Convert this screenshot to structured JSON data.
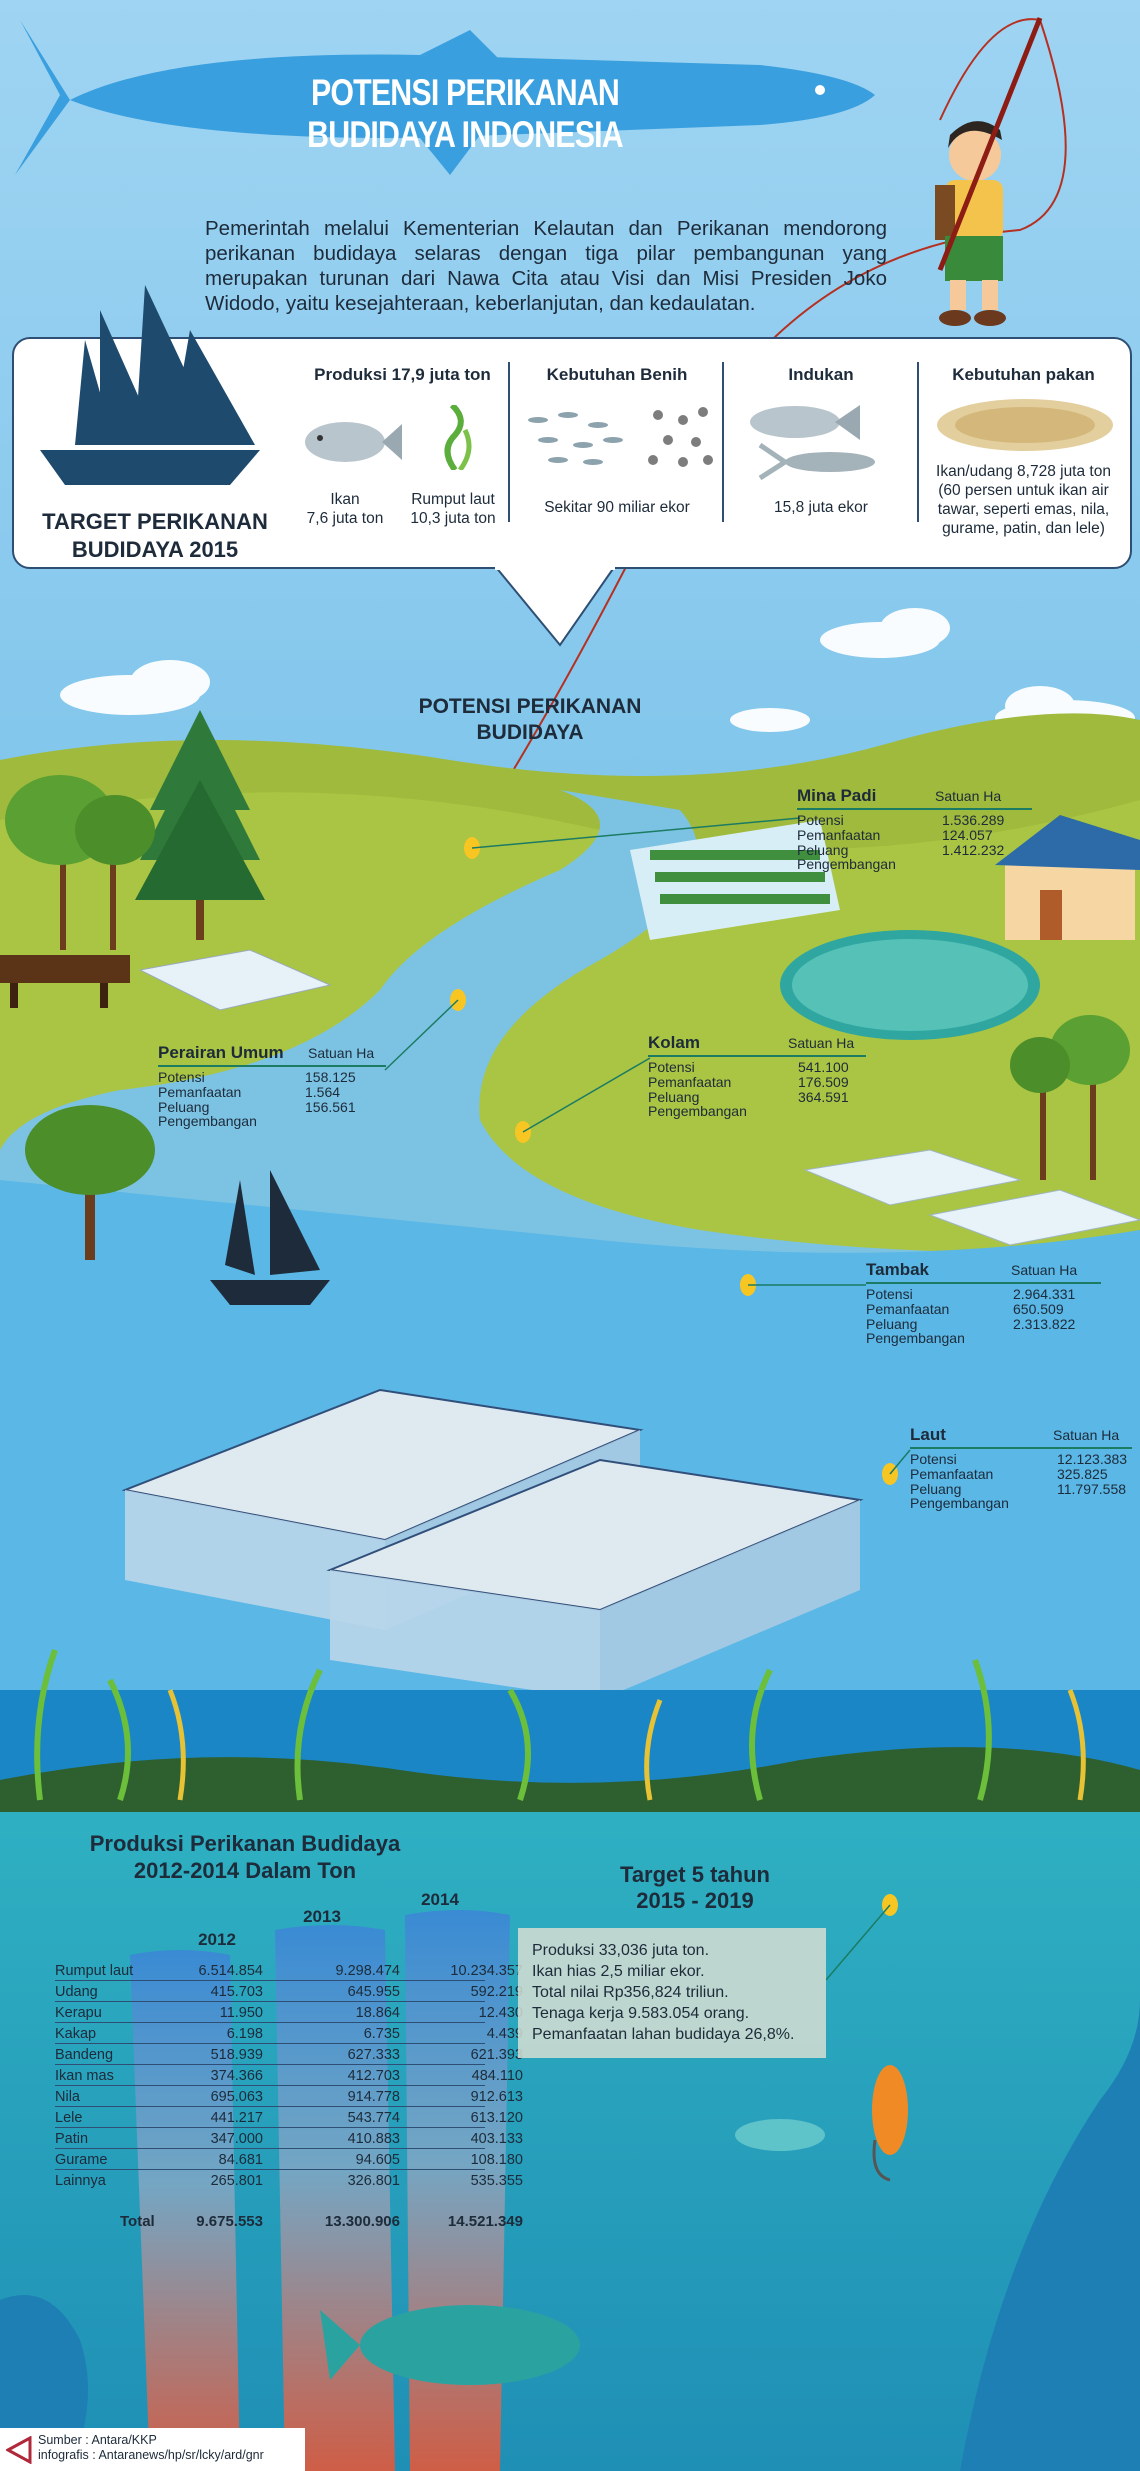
{
  "title": "POTENSI PERIKANAN BUDIDAYA INDONESIA",
  "intro": "Pemerintah melalui Kementerian Kelautan dan Perikanan mendorong perikanan budidaya selaras dengan tiga pilar pembangunan yang merupakan turunan dari Nawa Cita atau Visi dan Misi Presiden Joko Widodo, yaitu kesejahteraan, keberlanjutan, dan kedaulatan.",
  "target": {
    "title_line1": "TARGET PERIKANAN",
    "title_line2": "BUDIDAYA 2015",
    "produksi": {
      "head": "Produksi 17,9 juta ton",
      "ikan_l1": "Ikan",
      "ikan_l2": "7,6 juta ton",
      "rumput_l1": "Rumput laut",
      "rumput_l2": "10,3 juta ton"
    },
    "benih": {
      "head": "Kebutuhan Benih",
      "text": "Sekitar 90 miliar ekor"
    },
    "induk": {
      "head": "Indukan",
      "text": "15,8 juta ekor"
    },
    "pakan": {
      "head": "Kebutuhan pakan",
      "l1": "Ikan/udang 8,728 juta ton",
      "l2": "(60 persen untuk ikan air",
      "l3": "tawar, seperti emas, nila,",
      "l4": "gurame, patin, dan lele)"
    }
  },
  "potensi_title_l1": "POTENSI PERIKANAN",
  "potensi_title_l2": "BUDIDAYA",
  "labels": {
    "potensi": "Potensi",
    "pemanfaatan": "Pemanfaatan",
    "peluang": "Peluang",
    "pengembangan": "Pengembangan",
    "satuan": "Satuan Ha"
  },
  "areas": {
    "mina_padi": {
      "name": "Mina Padi",
      "potensi": "1.536.289",
      "pemanfaatan": "124.057",
      "peluang": "1.412.232"
    },
    "perairan_umum": {
      "name": "Perairan Umum",
      "potensi": "158.125",
      "pemanfaatan": "1.564",
      "peluang": "156.561"
    },
    "kolam": {
      "name": "Kolam",
      "potensi": "541.100",
      "pemanfaatan": "176.509",
      "peluang": "364.591"
    },
    "tambak": {
      "name": "Tambak",
      "potensi": "2.964.331",
      "pemanfaatan": "650.509",
      "peluang": "2.313.822"
    },
    "laut": {
      "name": "Laut",
      "potensi": "12.123.383",
      "pemanfaatan": "325.825",
      "peluang": "11.797.558"
    }
  },
  "produksi": {
    "title_l1": "Produksi Perikanan Budidaya",
    "title_l2": "2012-2014 Dalam Ton",
    "years": [
      "2012",
      "2013",
      "2014"
    ],
    "rows": [
      {
        "name": "Rumput laut",
        "v": [
          "6.514.854",
          "9.298.474",
          "10.234.357"
        ]
      },
      {
        "name": "Udang",
        "v": [
          "415.703",
          "645.955",
          "592.219"
        ]
      },
      {
        "name": "Kerapu",
        "v": [
          "11.950",
          "18.864",
          "12.430"
        ]
      },
      {
        "name": "Kakap",
        "v": [
          "6.198",
          "6.735",
          "4.439"
        ]
      },
      {
        "name": "Bandeng",
        "v": [
          "518.939",
          "627.333",
          "621.393"
        ]
      },
      {
        "name": "Ikan mas",
        "v": [
          "374.366",
          "412.703",
          "484.110"
        ]
      },
      {
        "name": "Nila",
        "v": [
          "695.063",
          "914.778",
          "912.613"
        ]
      },
      {
        "name": "Lele",
        "v": [
          "441.217",
          "543.774",
          "613.120"
        ]
      },
      {
        "name": "Patin",
        "v": [
          "347.000",
          "410.883",
          "403.133"
        ]
      },
      {
        "name": "Gurame",
        "v": [
          "84.681",
          "94.605",
          "108.180"
        ]
      },
      {
        "name": "Lainnya",
        "v": [
          "265.801",
          "326.801",
          "535.355"
        ]
      }
    ],
    "total_label": "Total",
    "totals": [
      "9.675.553",
      "13.300.906",
      "14.521.349"
    ]
  },
  "target5": {
    "title_l1": "Target 5 tahun",
    "title_l2": "2015 - 2019",
    "lines": [
      "Produksi 33,036 juta ton.",
      "Ikan hias 2,5 miliar ekor.",
      "Total nilai Rp356,824 triliun.",
      "Tenaga kerja 9.583.054 orang.",
      "Pemanfaatan lahan budidaya 26,8%."
    ]
  },
  "source_l1": "Sumber : Antara/KKP",
  "source_l2": "infografis : Antaranews/hp/sr/lcky/ard/gnr",
  "colors": {
    "sky": "#7fc6ec",
    "grass": "#9bb33a",
    "river": "#7cc3e3",
    "sea": "#1d8fcf",
    "deep": "#2a9db8",
    "text": "#1d2b3a"
  }
}
